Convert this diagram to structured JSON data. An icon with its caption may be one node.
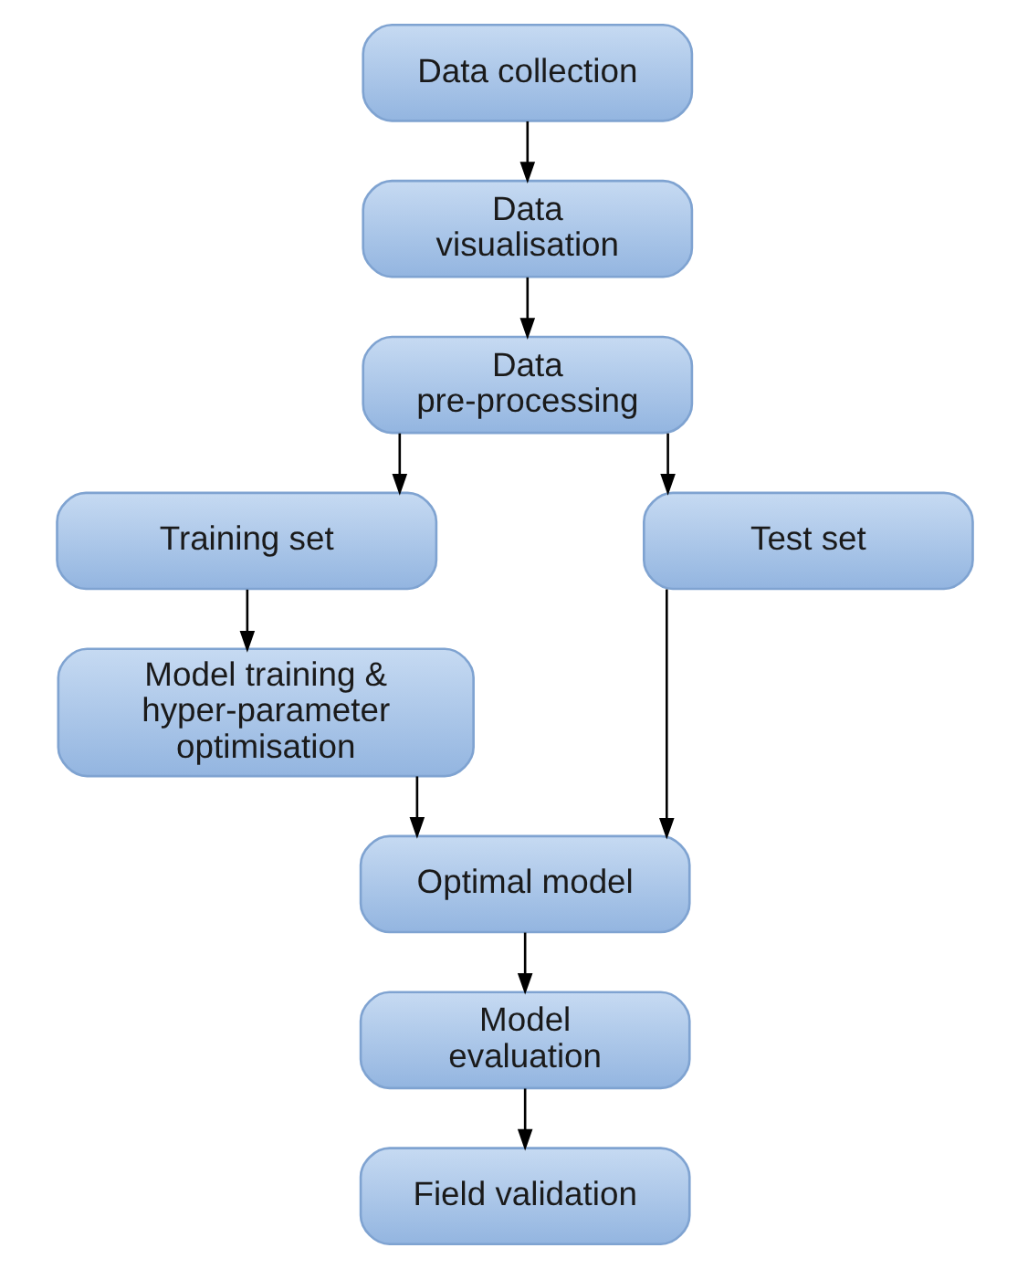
{
  "diagram": {
    "nodes": [
      {
        "text": [
          "Data collection"
        ]
      },
      {
        "text": [
          "Data visualisation"
        ]
      },
      {
        "text": [
          "Data pre-processing"
        ]
      },
      {
        "text": [
          "Training set"
        ]
      },
      {
        "text": [
          "Test set"
        ]
      },
      {
        "text": [
          "Model training & hyper-parameter optimisation"
        ]
      },
      {
        "text": [
          "Optimal model"
        ]
      },
      {
        "text": [
          "Model evaluation"
        ]
      },
      {
        "text": [
          "Field validation"
        ]
      }
    ],
    "edges": [
      {
        "from": 0,
        "to": 1,
        "arrow": "to"
      },
      {
        "from": 1,
        "to": 2,
        "arrow": "to"
      },
      {
        "from": 2,
        "to": 3,
        "arrow": "to"
      },
      {
        "from": 2,
        "to": 4,
        "arrow": "to"
      },
      {
        "from": 3,
        "to": 5,
        "arrow": "to"
      },
      {
        "from": 5,
        "to": 6,
        "arrow": "to"
      },
      {
        "from": 4,
        "to": 6,
        "arrow": "to"
      },
      {
        "from": 6,
        "to": 7,
        "arrow": "to"
      },
      {
        "from": 7,
        "to": 8,
        "arrow": "to"
      }
    ]
  }
}
